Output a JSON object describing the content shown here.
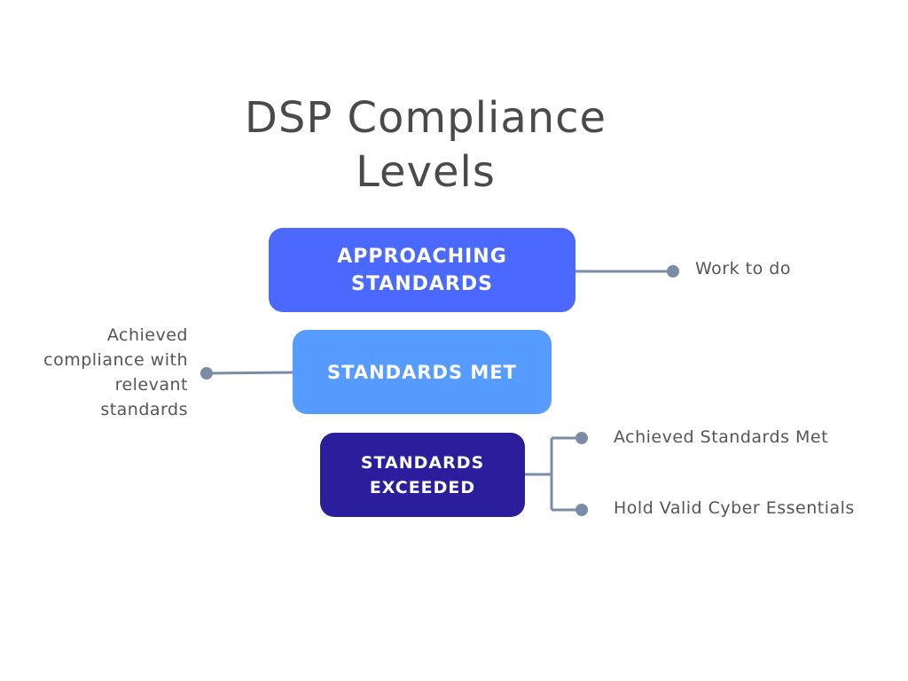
{
  "title": "DSP Compliance\nLevels",
  "levels": {
    "approaching": {
      "label": "APPROACHING\nSTANDARDS",
      "color": "#4b69ff"
    },
    "met": {
      "label": "STANDARDS MET",
      "color": "#569bff"
    },
    "exceeded": {
      "label": "STANDARDS\nEXCEEDED",
      "color": "#2b1e9c"
    }
  },
  "notes": {
    "work_to_do": "Work to do",
    "achieved_compliance": "Achieved\ncompliance with\nrelevant\nstandards",
    "achieved_standards_met": "Achieved Standards Met",
    "hold_valid_cyber": "Hold Valid Cyber Essentials"
  },
  "connector_color": "#7a8ca6"
}
